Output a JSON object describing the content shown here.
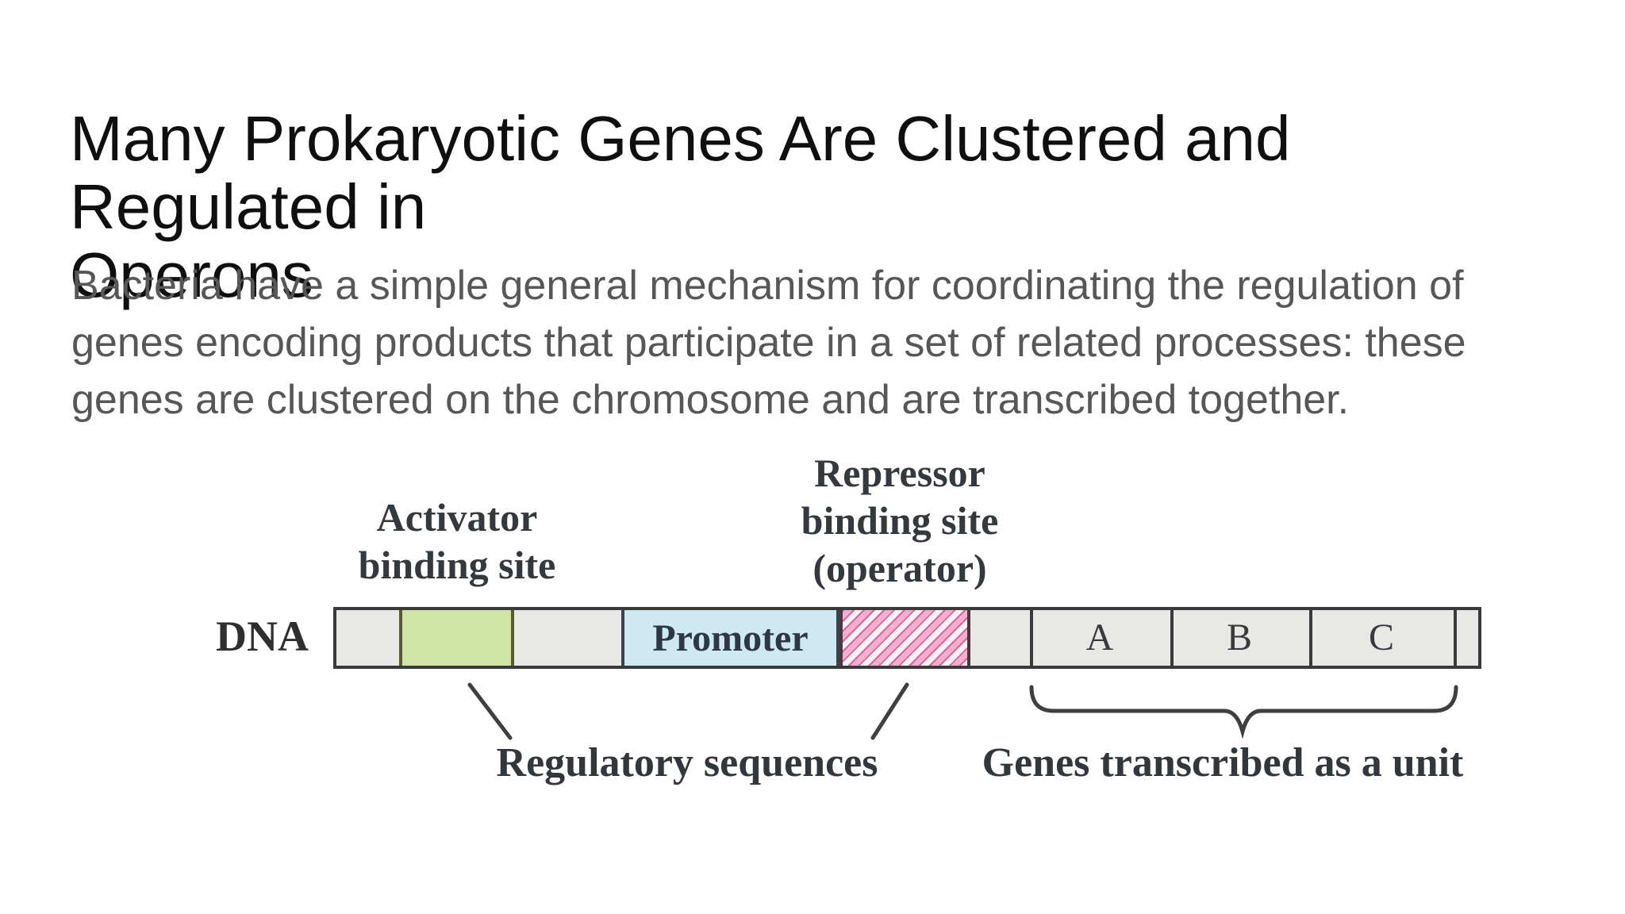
{
  "slide": {
    "title": "Many Prokaryotic Genes Are Clustered and Regulated in\nOperons",
    "body": "Bacteria have a simple general mechanism for coordinating the regulation of\ngenes encoding products that participate in a set of related processes: these\ngenes are clustered on the chromosome and are transcribed together."
  },
  "diagram": {
    "dna_label": "DNA",
    "activator_label": "Activator\nbinding site",
    "repressor_label": "Repressor\nbinding site\n(operator)",
    "promoter_label": "Promoter",
    "genes": [
      "A",
      "B",
      "C"
    ],
    "regulatory_caption": "Regulatory sequences",
    "genes_caption": "Genes transcribed as a unit",
    "colors": {
      "activator_site_fill": "#cfe4a5",
      "activator_site_border": "#565b31",
      "promoter_fill": "#cfe9f2",
      "operator_stripe": "#f4afcd",
      "operator_stripe_dark": "#d6679e",
      "bar_fill": "#e8e8e6",
      "outline": "#3a3a3a",
      "title_text": "#0f0f0f",
      "body_text": "#575757"
    }
  }
}
